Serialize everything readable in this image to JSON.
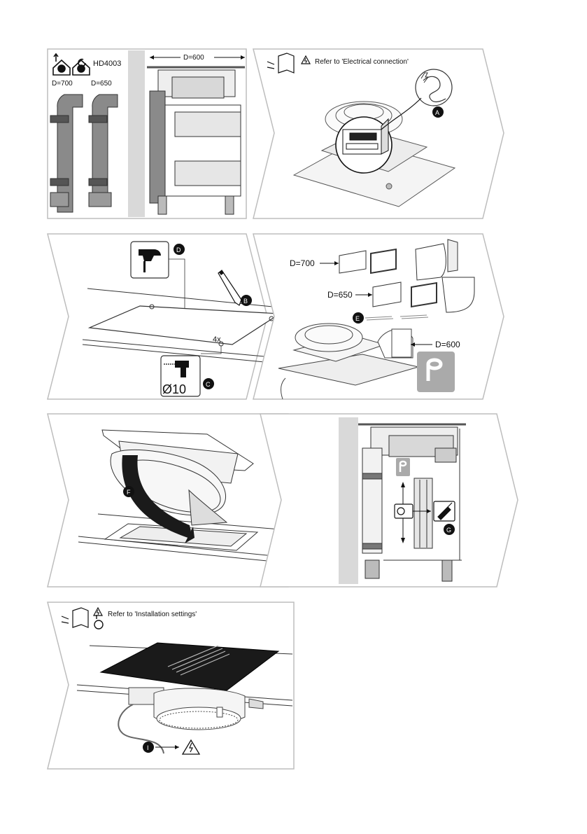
{
  "panel1": {
    "model": "HD4003",
    "duct_a": "D=700",
    "duct_b": "D=650",
    "depth": "D=600"
  },
  "panel2": {
    "note": "Refer to 'Electrical connection'",
    "marker": "A"
  },
  "panel3": {
    "marker_pencil": "B",
    "marker_drill": "C",
    "marker_saw": "D",
    "count": "4x",
    "drill_size": "Ø10"
  },
  "panel4": {
    "duct_700": "D=700",
    "duct_650": "D=650",
    "duct_600": "D=600",
    "marker": "E"
  },
  "panel5": {
    "marker": "F"
  },
  "panel6": {
    "marker": "G"
  },
  "panel7": {
    "note": "Refer to 'Installation settings'",
    "marker": "I"
  },
  "colors": {
    "line": "#333333",
    "frame": "#bdbdbd",
    "duct": "#8a8a8a",
    "dark": "#1a1a1a",
    "wall": "#d9d9d9"
  }
}
